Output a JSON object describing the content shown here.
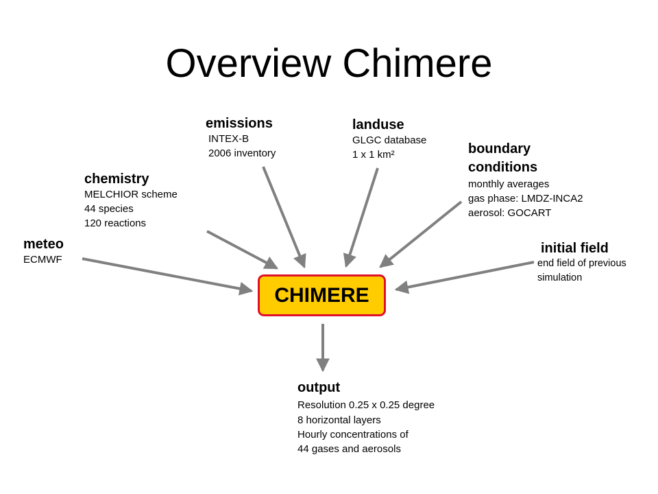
{
  "title": "Overview Chimere",
  "center": {
    "label": "CHIMERE",
    "fill": "#ffcc00",
    "border": "#e0102a"
  },
  "arrow_color": "#808080",
  "nodes": {
    "meteo": {
      "label": "meteo",
      "lines": [
        "ECMWF"
      ]
    },
    "chemistry": {
      "label": "chemistry",
      "lines": [
        "MELCHIOR scheme",
        "44 species",
        "120 reactions"
      ]
    },
    "emissions": {
      "label": "emissions",
      "lines": [
        "INTEX-B",
        "2006 inventory"
      ]
    },
    "landuse": {
      "label": "landuse",
      "lines": [
        "GLGC database",
        "1 x 1 km²"
      ]
    },
    "boundary": {
      "label_line1": "boundary",
      "label_line2": "conditions",
      "lines": [
        "monthly averages",
        "gas phase: LMDZ-INCA2",
        "aerosol: GOCART"
      ]
    },
    "initial": {
      "label": "initial field",
      "lines": [
        "end field of previous",
        "simulation"
      ]
    },
    "output": {
      "label": "output",
      "lines": [
        "Resolution 0.25 x 0.25 degree",
        "8 horizontal layers",
        "Hourly concentrations of",
        "44 gases and aerosols"
      ]
    }
  }
}
